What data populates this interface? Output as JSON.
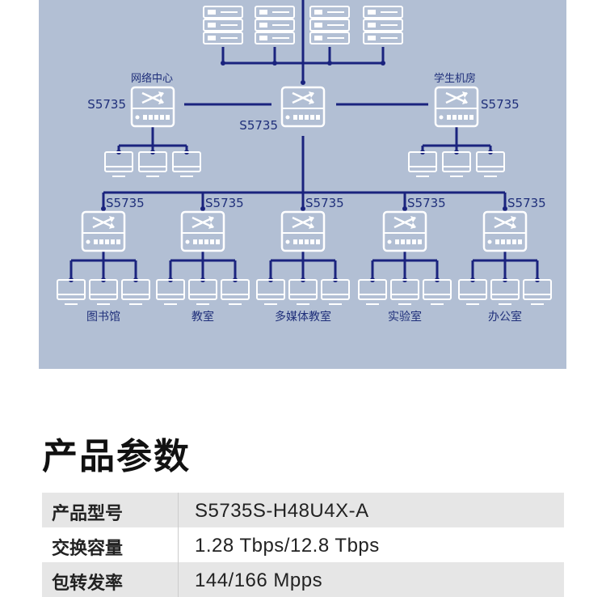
{
  "diagram": {
    "colors": {
      "background": "#b2bfd4",
      "line": "#1a237e",
      "device": "#ffffff",
      "label": "#1f2f7a"
    },
    "core_switch": {
      "model": "S5735"
    },
    "left_branch": {
      "name": "网络中心",
      "model": "S5735"
    },
    "right_branch": {
      "name": "学生机房",
      "model": "S5735"
    },
    "access_switches": [
      {
        "model": "S5735",
        "area": "图书馆"
      },
      {
        "model": "S5735",
        "area": "教室"
      },
      {
        "model": "S5735",
        "area": "多媒体教室"
      },
      {
        "model": "S5735",
        "area": "实验室"
      },
      {
        "model": "S5735",
        "area": "办公室"
      }
    ]
  },
  "specs": {
    "title": "产品参数",
    "rows": [
      {
        "key": "产品型号",
        "value": "S5735S-H48U4X-A"
      },
      {
        "key": "交换容量",
        "value": "1.28 Tbps/12.8 Tbps"
      },
      {
        "key": "包转发率",
        "value": "144/166 Mpps"
      }
    ]
  }
}
